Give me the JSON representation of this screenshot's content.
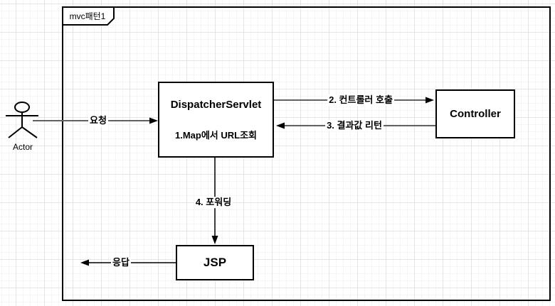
{
  "frame": {
    "title": "mvc패턴1"
  },
  "actor": {
    "label": "Actor"
  },
  "nodes": {
    "dispatcher": {
      "title": "DispatcherServlet",
      "subtitle": "1.Map에서 URL조회"
    },
    "controller": {
      "label": "Controller"
    },
    "jsp": {
      "label": "JSP"
    }
  },
  "edges": {
    "request": {
      "label": "요청"
    },
    "call": {
      "label": "2. 컨트롤러 호출"
    },
    "return": {
      "label": "3. 결과값 리턴"
    },
    "forward": {
      "label": "4. 포워딩"
    },
    "response": {
      "label": "응답"
    }
  },
  "colors": {
    "background": "#ffffff",
    "grid_minor": "#f5f5f5",
    "grid_major": "#e4e4e4",
    "shape_border": "#000000",
    "edge_gray": "#616161"
  }
}
